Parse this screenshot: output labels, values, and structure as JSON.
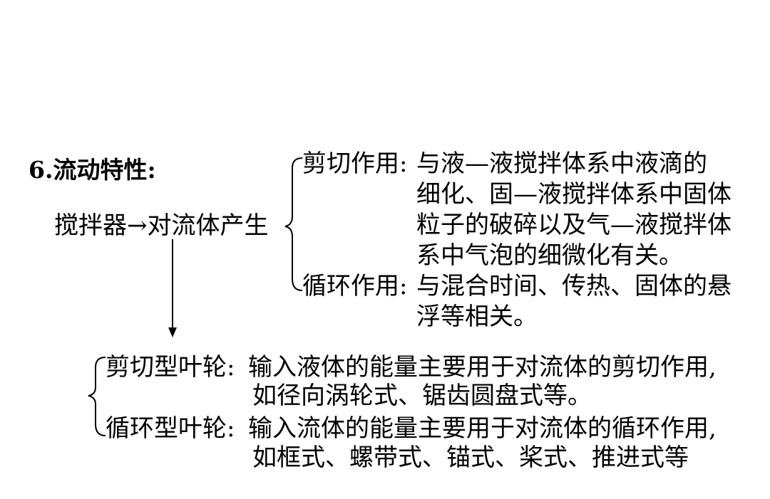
{
  "section": {
    "title": "6.流动特性:",
    "stirrer_line": "搅拌器→对流体产生"
  },
  "effects": [
    {
      "label": "剪切作用:",
      "lines": [
        "与液—液搅拌体系中液滴的",
        "细化、固—液搅拌体系中固体",
        "粒子的破碎以及气—液搅拌体",
        "系中气泡的细微化有关。"
      ]
    },
    {
      "label": "循环作用:",
      "lines": [
        "与混合时间、传热、固体的悬",
        "浮等相关。"
      ]
    }
  ],
  "impellers": [
    {
      "label": "剪切型叶轮:",
      "lines": [
        "输入液体的能量主要用于对流体的剪切作用,",
        "如径向涡轮式、锯齿圆盘式等。"
      ]
    },
    {
      "label": "循环型叶轮:",
      "lines": [
        "输入流体的能量主要用于对流体的循环作用,",
        "如框式、螺带式、锚式、桨式、推进式等"
      ]
    }
  ]
}
